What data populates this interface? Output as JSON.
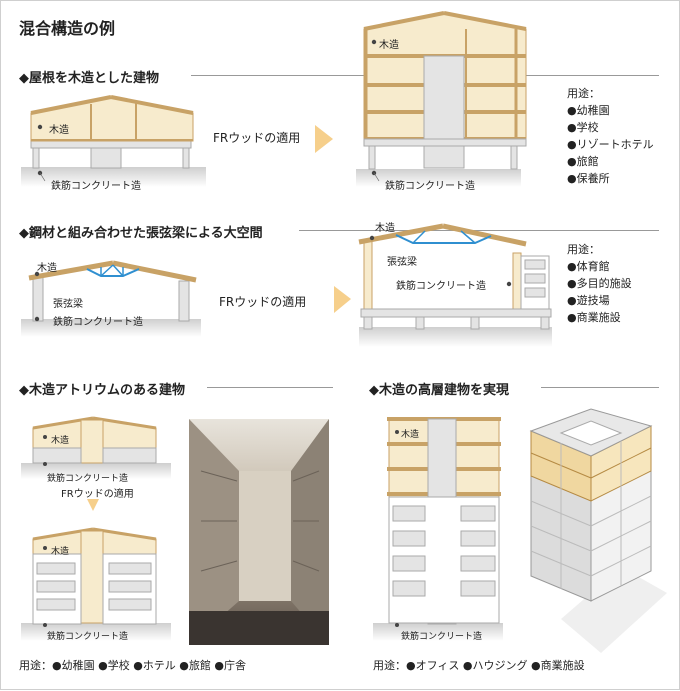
{
  "title": "混合構造の例",
  "sections": {
    "s1": "◆屋根を木造とした建物",
    "s2": "◆鋼材と組み合わせた張弦梁による大空間",
    "s3": "◆木造アトリウムのある建物",
    "s4": "◆木造の高層建物を実現"
  },
  "labels": {
    "wood": "木造",
    "rc": "鉄筋コンクリート造",
    "truss": "張弦梁",
    "fr_wood": "FRウッドの適用"
  },
  "uses1": {
    "head": "用途：",
    "items": [
      "●幼稚園",
      "●学校",
      "●リゾートホテル",
      "●旅館",
      "●保養所"
    ]
  },
  "uses2": {
    "head": "用途：",
    "items": [
      "●体育館",
      "●多目的施設",
      "●遊技場",
      "●商業施設"
    ]
  },
  "uses3": "用途：●幼稚園 ●学校 ●ホテル ●旅館 ●庁舎",
  "uses4": "用途：●オフィス ●ハウジング ●商業施設",
  "colors": {
    "wood_fill": "#f7ebcd",
    "wood_line": "#c8a266",
    "concrete": "#e4e4e4",
    "concrete_line": "#aaaaaa",
    "steel": "#2f8fd0",
    "arrow": "#f6cf8b",
    "rule": "#999999"
  }
}
